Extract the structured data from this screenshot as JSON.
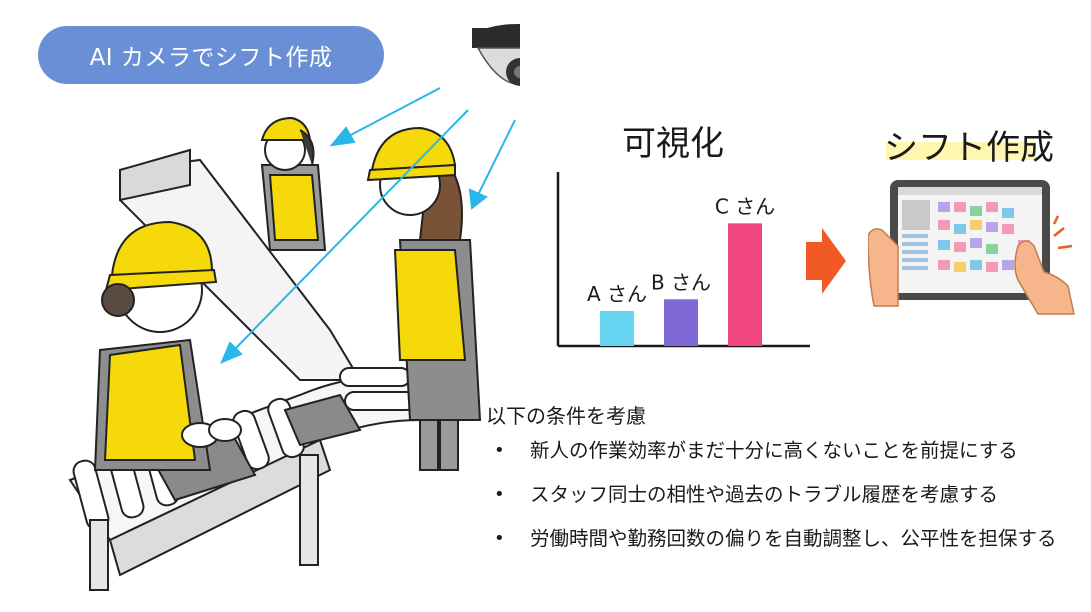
{
  "header": {
    "pill_text": "AI カメラでシフト作成"
  },
  "visualization": {
    "title": "可視化"
  },
  "shift": {
    "title": "シフト作成"
  },
  "chart_data": {
    "type": "bar",
    "categories": [
      "A さん",
      "B さん",
      "C さん"
    ],
    "values": [
      1.2,
      1.6,
      4.2
    ],
    "colors": [
      "#66d4f0",
      "#8068d6",
      "#f0457d"
    ],
    "ylim": [
      0,
      5
    ],
    "xlabel": "",
    "ylabel": "",
    "grid": false
  },
  "conditions": {
    "title": "以下の条件を考慮",
    "bullet": "•",
    "items": [
      "新人の作業効率がまだ十分に高くないことを前提にする",
      "スタッフ同士の相性や過去のトラブル履歴を考慮する",
      "労働時間や勤務回数の偏りを自動調整し、公平性を担保する"
    ]
  },
  "colors": {
    "accent_blue": "#6a8fd6",
    "arrow_orange": "#f15a24",
    "camera_arrow": "#29b6e8",
    "helmet_yellow": "#f5d90a"
  },
  "icons": [
    "security-camera-icon",
    "tablet-icon",
    "right-arrow-icon"
  ]
}
